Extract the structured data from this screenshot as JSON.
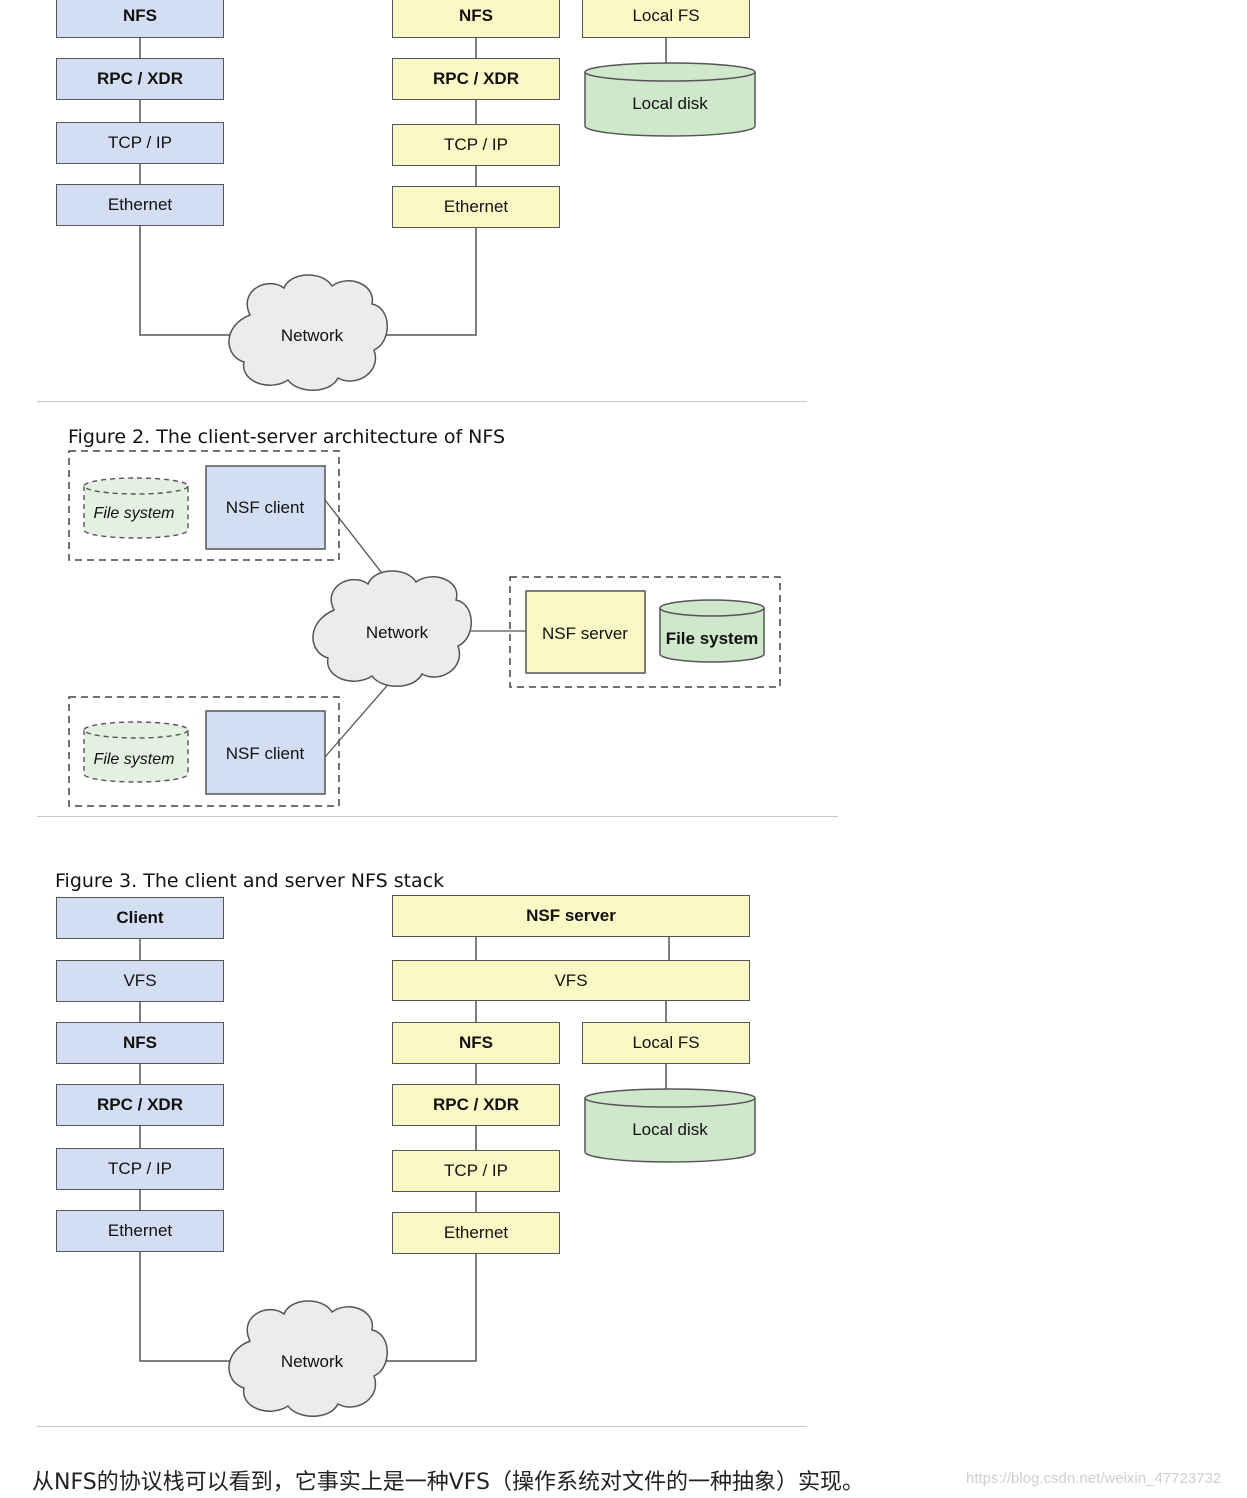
{
  "figure1": {
    "client_stack": [
      "NFS",
      "RPC / XDR",
      "TCP / IP",
      "Ethernet"
    ],
    "server_stack": [
      "NFS",
      "RPC / XDR",
      "TCP / IP",
      "Ethernet"
    ],
    "local_fs": "Local FS",
    "local_disk": "Local disk",
    "network": "Network"
  },
  "figure2": {
    "title": "Figure 2. The client-server architecture of NFS",
    "client_fs": "File system",
    "client_label": "NSF client",
    "network": "Network",
    "server_label": "NSF server",
    "server_fs": "File system"
  },
  "figure3": {
    "title": "Figure 3. The client and server NFS stack",
    "client_stack": [
      "Client",
      "VFS",
      "NFS",
      "RPC / XDR",
      "TCP / IP",
      "Ethernet"
    ],
    "server_top": "NSF server",
    "server_vfs": "VFS",
    "server_stack": [
      "NFS",
      "RPC / XDR",
      "TCP / IP",
      "Ethernet"
    ],
    "local_fs": "Local FS",
    "local_disk": "Local disk",
    "network": "Network"
  },
  "caption": "从NFS的协议栈可以看到，它事实上是一种VFS（操作系统对文件的一种抽象）实现。",
  "watermark": "https://blog.csdn.net/weixin_47723732",
  "colors": {
    "client_fill": "#d4def2",
    "server_fill": "#fcf8c6",
    "disk_fill": "#cfe8cb",
    "cloud_fill": "#ececec",
    "line": "#555555"
  }
}
